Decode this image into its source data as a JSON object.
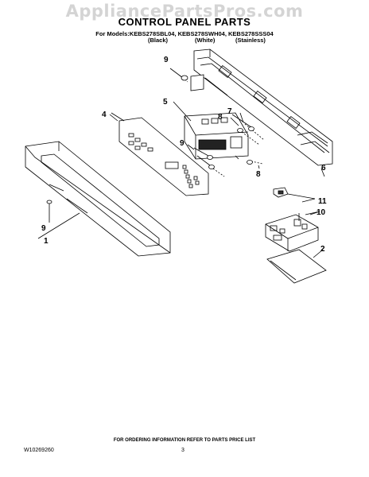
{
  "watermark": "AppliancePartsPros.com",
  "title": "CONTROL PANEL PARTS",
  "models_line": "For Models:KEBS278SBL04, KEBS278SWH04, KEBS278SSS04",
  "variants": [
    "(Black)",
    "(White)",
    "(Stainless)"
  ],
  "callouts": {
    "c1": "1",
    "c2": "2",
    "c4": "4",
    "c5": "5",
    "c6": "6",
    "c7": "7",
    "c8a": "8",
    "c8b": "8",
    "c9a": "9",
    "c9b": "9",
    "c9c": "9",
    "c10": "10",
    "c11": "11"
  },
  "footer": {
    "note": "FOR ORDERING INFORMATION REFER TO PARTS PRICE LIST",
    "doc_number": "W10269260",
    "page": "3"
  }
}
